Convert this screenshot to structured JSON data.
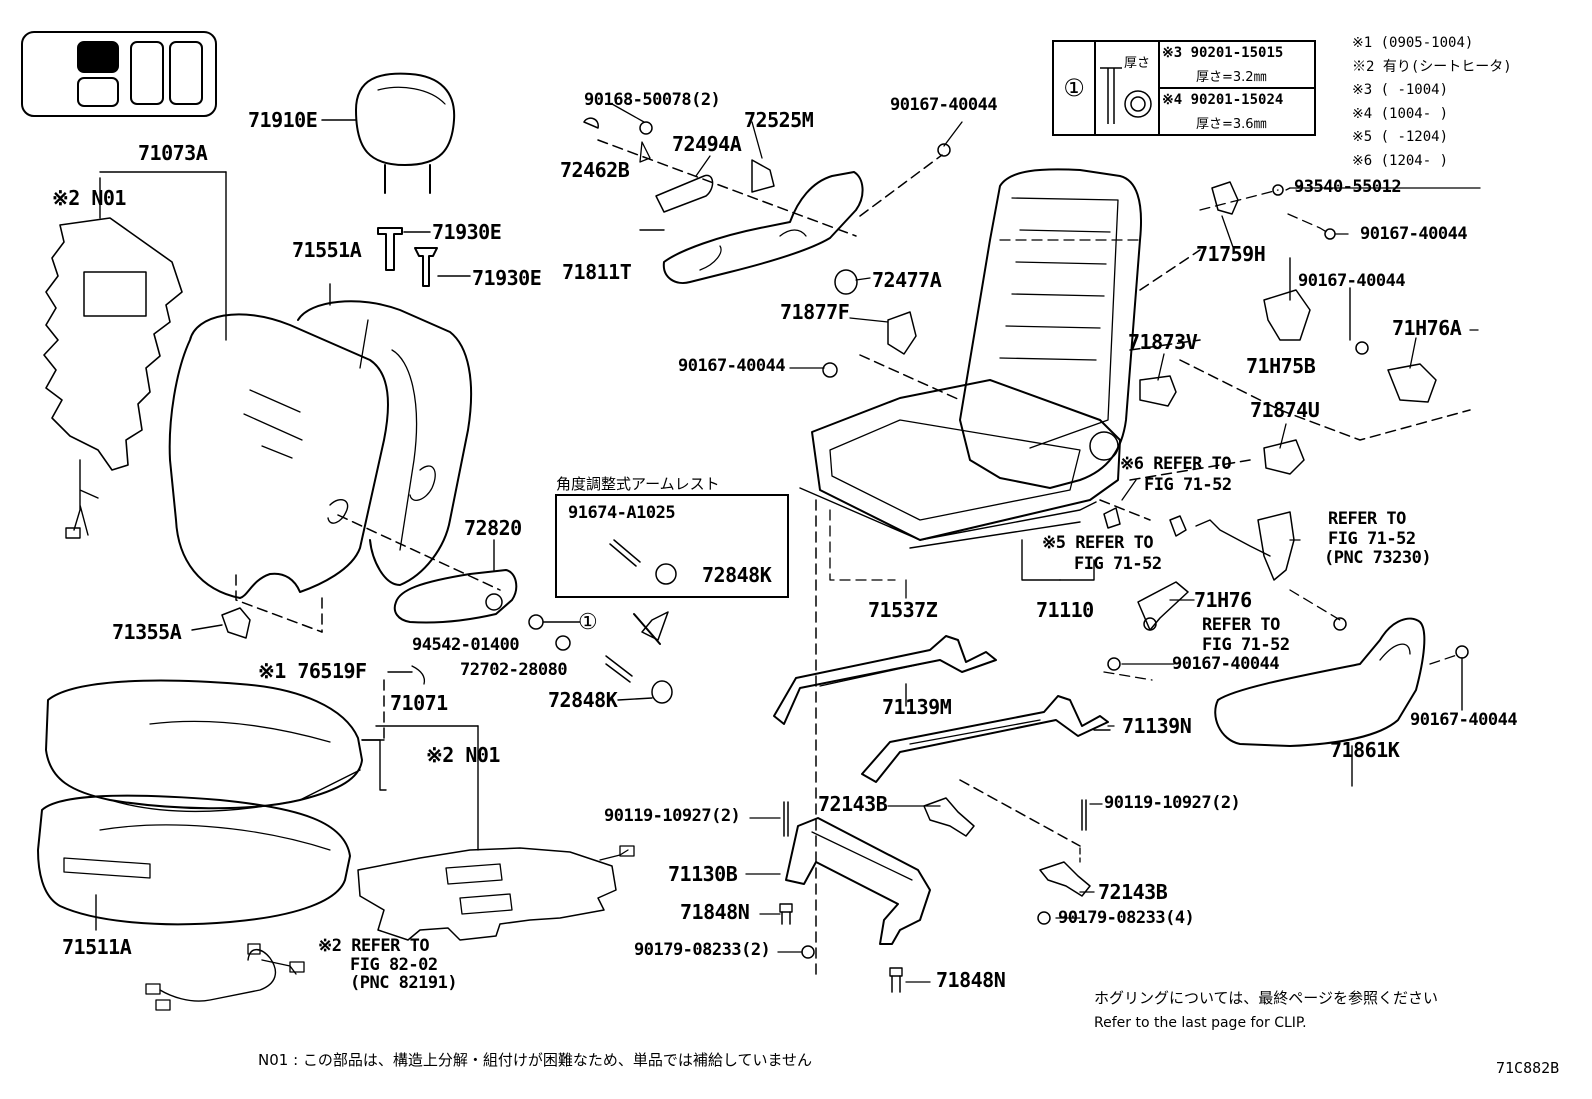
{
  "labels": {
    "l_71910E": "71910E",
    "l_71073A": "71073A",
    "l_N01_top": "※2 N01",
    "l_71930E_1": "71930E",
    "l_71930E_2": "71930E",
    "l_71551A": "71551A",
    "l_71355A": "71355A",
    "l_72820": "72820",
    "l_94542": "94542-01400",
    "l_72702": "72702-28080",
    "l_72848K_1": "72848K",
    "l_72848K_2": "72848K",
    "l_91674": "91674-A1025",
    "l_76519F": "※1 76519F",
    "l_71071": "71071",
    "l_N01_bot": "※2 N01",
    "l_71511A": "71511A",
    "l_90168": "90168-50078(2)",
    "l_72462B": "72462B",
    "l_72494A": "72494A",
    "l_72525M": "72525M",
    "l_71811T": "71811T",
    "l_72477A": "72477A",
    "l_71877F": "71877F",
    "l_90167_a": "90167-40044",
    "l_90167_b": "90167-40044",
    "l_90167_c": "90167-40044",
    "l_90167_d": "90167-40044",
    "l_90167_e": "90167-40044",
    "l_90167_f": "90167-40044",
    "l_93540": "93540-55012",
    "l_71759H": "71759H",
    "l_71H75B": "71H75B",
    "l_71H76A": "71H76A",
    "l_71873V": "71873V",
    "l_71874U": "71874U",
    "l_71537Z": "71537Z",
    "l_71110": "71110",
    "l_71H76": "71H76",
    "l_71139M": "71139M",
    "l_71139N": "71139N",
    "l_72143B_1": "72143B",
    "l_72143B_2": "72143B",
    "l_90119_1": "90119-10927(2)",
    "l_90119_2": "90119-10927(2)",
    "l_71130B": "71130B",
    "l_71848N_1": "71848N",
    "l_71848N_2": "71848N",
    "l_90179_1": "90179-08233(2)",
    "l_90179_2": "90179-08233(4)",
    "l_71861K": "71861K",
    "l_circle1": "①"
  },
  "refs": {
    "r_6": [
      "※6 REFER TO",
      "FIG 71-52"
    ],
    "r_5": [
      "※5 REFER TO",
      "FIG 71-52"
    ],
    "r_seatbelt": [
      "REFER TO",
      "FIG 71-52",
      "(PNC 73230)"
    ],
    "r_mid": [
      "REFER TO",
      "FIG 71-52"
    ],
    "r_82": [
      "※2 REFER TO",
      "FIG 82-02",
      "(PNC 82191)"
    ]
  },
  "inset": {
    "title": "角度調整式アームレスト"
  },
  "legend_box": {
    "circle": "①",
    "thickness_label": "厚さ",
    "row1_code": "※3 90201-15015",
    "row1_thick": "厚さ=3.2㎜",
    "row2_code": "※4 90201-15024",
    "row2_thick": "厚さ=3.6㎜"
  },
  "footnotes": [
    "※1 (0905-1004)",
    "※2 有り(シートヒータ)",
    "※3 (      -1004)",
    "※4 (1004-      )",
    "※5 (      -1204)",
    "※6 (1204-      )"
  ],
  "clip_note": {
    "jp": "ホグリングについては、最終ページを参照ください",
    "en": "Refer to the last page for CLIP."
  },
  "bottom_note": "N01 : この部品は、構造上分解・組付けが困難なため、単品では補給していません",
  "figure_id": "71C882B"
}
